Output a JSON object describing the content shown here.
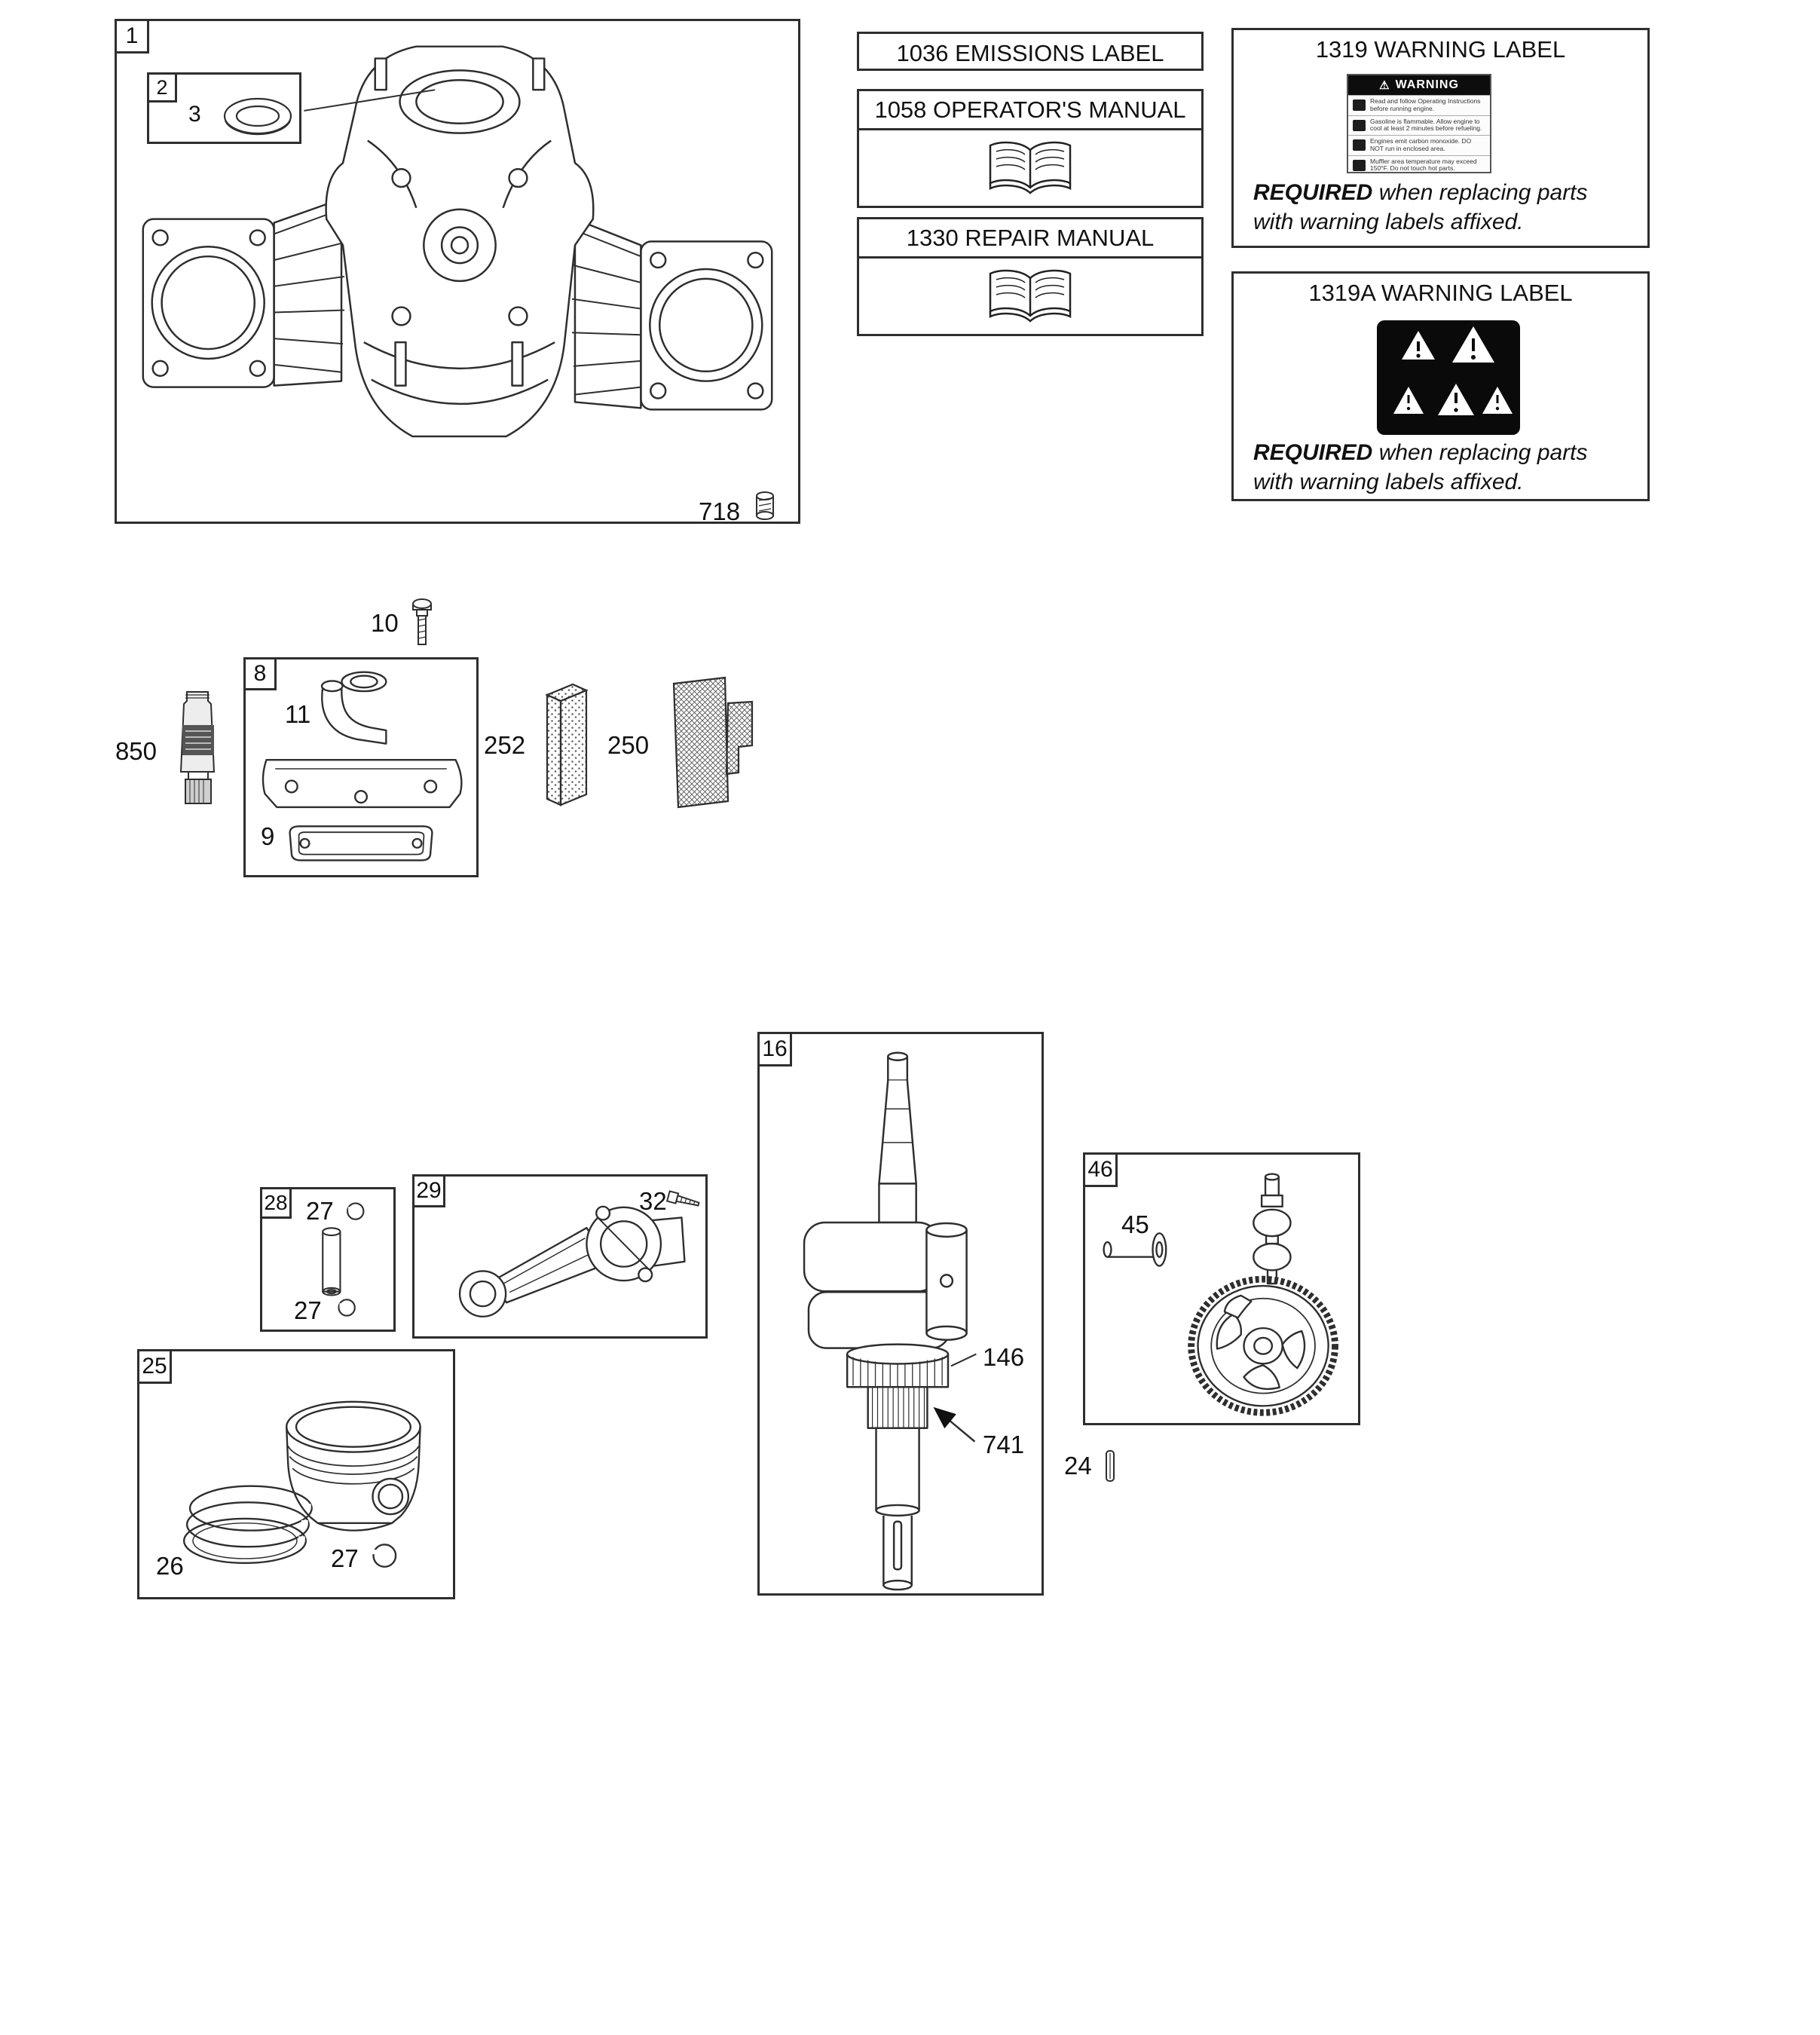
{
  "icons": {
    "warning_triangle": "⚠"
  },
  "callouts": {
    "box1": "1",
    "box2": "2",
    "item3": "3",
    "item718": "718",
    "box8": "8",
    "item9": "9",
    "item10": "10",
    "item11": "11",
    "item850": "850",
    "item252": "252",
    "item250": "250",
    "box16": "16",
    "item146": "146",
    "item741": "741",
    "box46": "46",
    "item45": "45",
    "item24": "24",
    "box28": "28",
    "item27_top": "27",
    "item27_bottom": "27",
    "box29": "29",
    "item32": "32",
    "box25": "25",
    "item26": "26",
    "item27_piston": "27"
  },
  "reference": {
    "emissions": {
      "title": "1036 EMISSIONS LABEL"
    },
    "operators_manual": {
      "title": "1058 OPERATOR'S MANUAL"
    },
    "repair_manual": {
      "title": "1330 REPAIR MANUAL"
    }
  },
  "warning_1319": {
    "title": "1319 WARNING LABEL",
    "label_heading": "WARNING",
    "fine_print": [
      "Read and follow Operating Instructions before running engine.",
      "Gasoline is flammable. Allow engine to cool at least 2 minutes before refueling.",
      "Engines emit carbon monoxide. DO NOT run in enclosed area.",
      "Muffler area temperature may exceed 150°F. Do not touch hot parts."
    ],
    "note": {
      "bold": "REQUIRED",
      "line1_rest": " when replacing parts",
      "line2": "with warning labels affixed."
    }
  },
  "warning_1319a": {
    "title": "1319A WARNING LABEL",
    "note": {
      "bold": "REQUIRED",
      "line1_rest": " when replacing parts",
      "line2": "with warning labels affixed."
    }
  }
}
